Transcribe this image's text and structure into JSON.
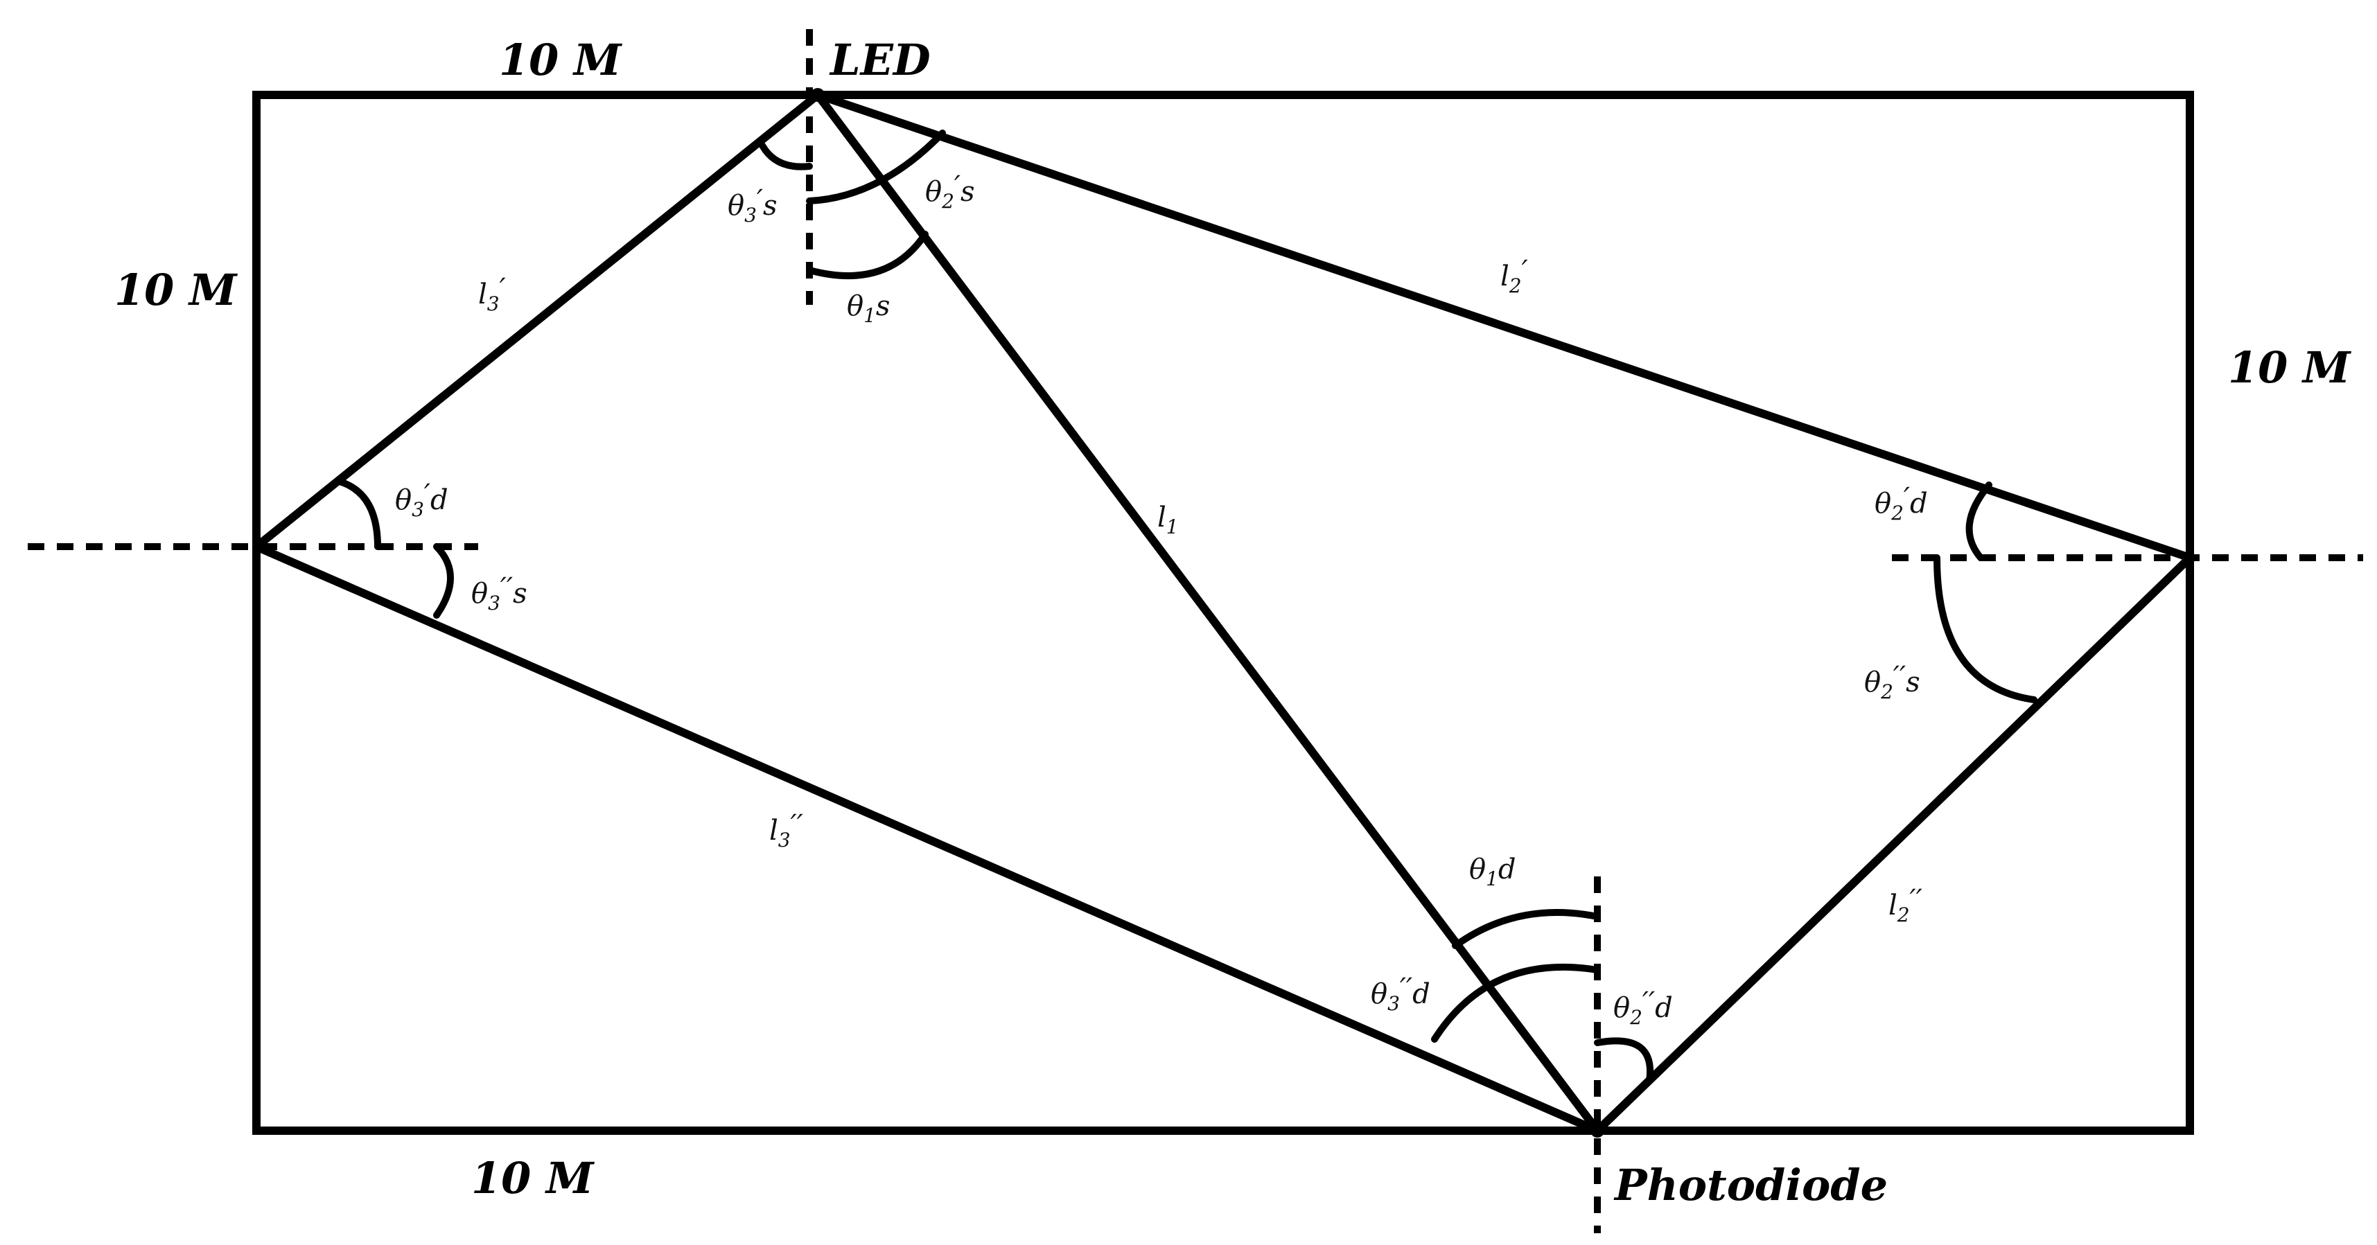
{
  "nodes": {
    "led": "LED",
    "photodiode": "Photodiode"
  },
  "dimensions": {
    "top": "10 M",
    "left": "10 M",
    "right": "10 M",
    "bottom": "10 M"
  },
  "paths": {
    "l1": {
      "base": "l",
      "sub": "1",
      "sup": ""
    },
    "l2_prime": {
      "base": "l",
      "sub": "2",
      "sup": "′"
    },
    "l2_double": {
      "base": "l",
      "sub": "2",
      "sup": "′′"
    },
    "l3_prime": {
      "base": "l",
      "sub": "3",
      "sup": "′"
    },
    "l3_double": {
      "base": "l",
      "sub": "3",
      "sup": "′′"
    }
  },
  "angles": {
    "theta1_s": {
      "base": "θ",
      "sub": "1",
      "sup": "",
      "tail": "s"
    },
    "theta1_d": {
      "base": "θ",
      "sub": "1",
      "sup": "",
      "tail": "d"
    },
    "theta2p_s": {
      "base": "θ",
      "sub": "2",
      "sup": "′",
      "tail": "s"
    },
    "theta2p_d": {
      "base": "θ",
      "sub": "2",
      "sup": "′",
      "tail": "d"
    },
    "theta2pp_s": {
      "base": "θ",
      "sub": "2",
      "sup": "′′",
      "tail": "s"
    },
    "theta2pp_d": {
      "base": "θ",
      "sub": "2",
      "sup": "′′",
      "tail": "d"
    },
    "theta3p_s": {
      "base": "θ",
      "sub": "3",
      "sup": "′",
      "tail": "s"
    },
    "theta3p_d": {
      "base": "θ",
      "sub": "3",
      "sup": "′",
      "tail": "d"
    },
    "theta3pp_s": {
      "base": "θ",
      "sub": "3",
      "sup": "′′",
      "tail": "s"
    },
    "theta3pp_d": {
      "base": "θ",
      "sub": "3",
      "sup": "′′",
      "tail": "d"
    }
  }
}
